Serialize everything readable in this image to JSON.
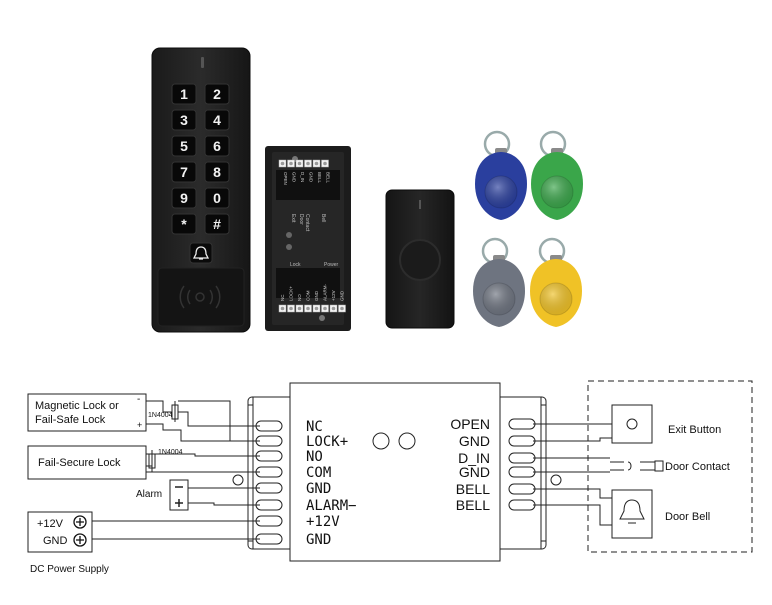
{
  "keypad": {
    "keys": [
      "1",
      "2",
      "3",
      "4",
      "5",
      "6",
      "7",
      "8",
      "9",
      "0",
      "*",
      "#"
    ]
  },
  "controller_board": {
    "top_terminal_labels": [
      "OPEN",
      "GND",
      "D_IN",
      "GND",
      "BELL",
      "BELL"
    ],
    "top_group_labels": [
      "Exit",
      "Door",
      "Contact",
      "Bell"
    ],
    "bottom_terminal_labels": [
      "NC",
      "LOCK+",
      "NO",
      "COM",
      "GND",
      "ALARM-",
      "+12V",
      "GND"
    ],
    "bottom_group_labels": [
      "Lock",
      "Power"
    ]
  },
  "fobs": {
    "colors": [
      "#2a3f9e",
      "#3aa64a",
      "#6e7480",
      "#f0c226"
    ]
  },
  "wiring": {
    "controller_left_labels": [
      "NC",
      "LOCK+",
      "NO",
      "COM",
      "GND",
      "ALARM−",
      "+12V",
      "GND"
    ],
    "controller_right_labels": [
      "OPEN",
      "GND",
      "D_IN",
      "GND",
      "BELL",
      "BELL"
    ],
    "magnetic_lock_line1": "Magnetic Lock or",
    "magnetic_lock_line2": "Fail-Safe Lock",
    "magnetic_lock_minus": "-",
    "magnetic_lock_plus": "+",
    "diode1_label": "1N4004",
    "fail_secure_label": "Fail-Secure Lock",
    "diode2_label": "1N4004",
    "alarm_label": "Alarm",
    "power_12v_label": "+12V",
    "power_gnd_label": "GND",
    "dc_power_label": "DC Power Supply",
    "exit_button_label": "Exit Button",
    "door_contact_label": "Door Contact",
    "door_bell_label": "Door Bell"
  }
}
